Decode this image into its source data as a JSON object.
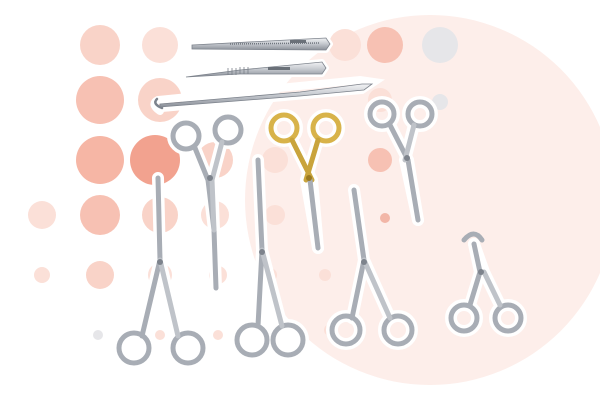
{
  "image": {
    "description_free": true,
    "colors": {
      "background": "#ffffff",
      "backdrop_circle": "#fdeeea",
      "dot_strong": "#f2a28f",
      "dot_mid": "#f7c1b3",
      "dot_light": "#fbe0d8",
      "dot_gray": "#e6e6e9",
      "steel_light": "#e9ebee",
      "steel": "#c3c7cd",
      "steel_dark": "#7d838c",
      "gold": "#d8b34a",
      "gold_dark": "#9a7a22",
      "outline": "#ffffff"
    },
    "objects": [
      {
        "name": "adson-forceps",
        "icon": "forceps-icon"
      },
      {
        "name": "scalpel-handle",
        "icon": "scalpel-icon"
      },
      {
        "name": "probe-hook",
        "icon": "probe-icon"
      },
      {
        "name": "curved-hemostat",
        "icon": "hemostat-icon"
      },
      {
        "name": "gold-needle-holder",
        "icon": "needle-holder-icon"
      },
      {
        "name": "mosquito-hemostat",
        "icon": "hemostat-icon"
      },
      {
        "name": "straight-hemostat-large",
        "icon": "hemostat-icon"
      },
      {
        "name": "iris-scissors",
        "icon": "scissors-icon"
      },
      {
        "name": "straight-hemostat-medium",
        "icon": "hemostat-icon"
      },
      {
        "name": "towel-clamp",
        "icon": "clamp-icon"
      }
    ]
  }
}
